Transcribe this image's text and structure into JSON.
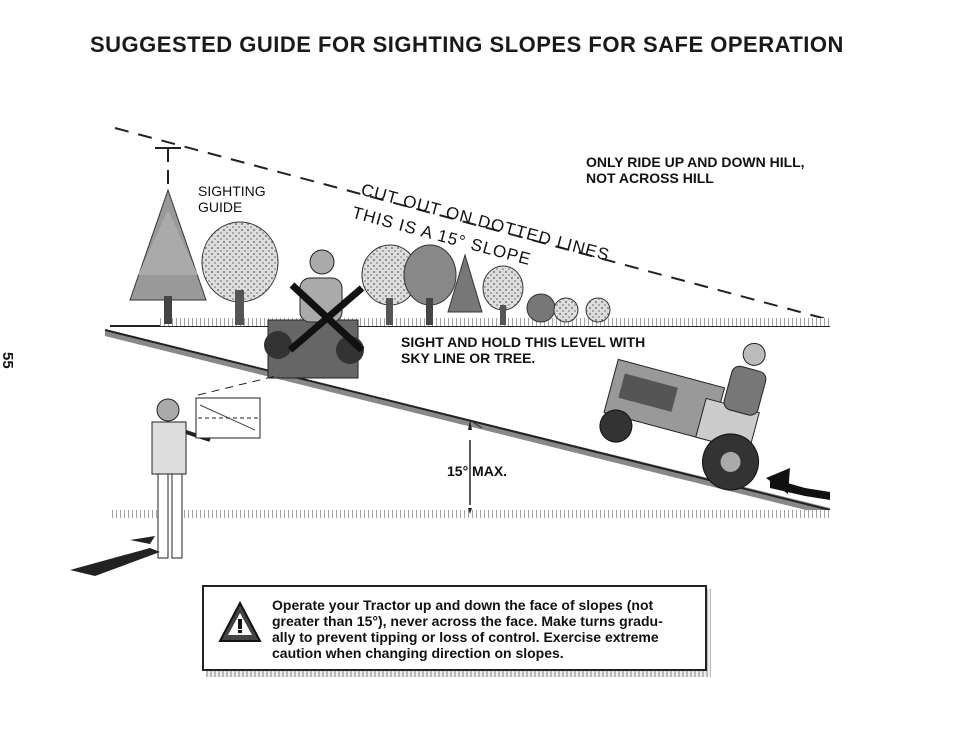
{
  "title": "SUGGESTED GUIDE FOR SIGHTING SLOPES FOR SAFE OPERATION",
  "page_number": "55",
  "labels": {
    "sighting_guide_line1": "SIGHTING",
    "sighting_guide_line2": "GUIDE",
    "cut_out": "CUT OUT ON DOTTED LINES",
    "this_is": "THIS IS A 15° SLOPE",
    "only_ride_line1": "ONLY RIDE UP AND DOWN HILL,",
    "only_ride_line2": "NOT ACROSS HILL",
    "sight_hold_line1": "SIGHT AND HOLD THIS LEVEL WITH",
    "sight_hold_line2": "SKY LINE OR TREE.",
    "max_angle": "15° MAX."
  },
  "warning": {
    "icon": "warning-triangle-icon",
    "line1": "Operate your Tractor up and down the face of slopes (not",
    "line2": "greater than 15°), never across the face. Make turns gradu-",
    "line3": "ally to prevent tipping or loss of control. Exercise extreme",
    "line4": "caution when changing direction on slopes."
  }
}
